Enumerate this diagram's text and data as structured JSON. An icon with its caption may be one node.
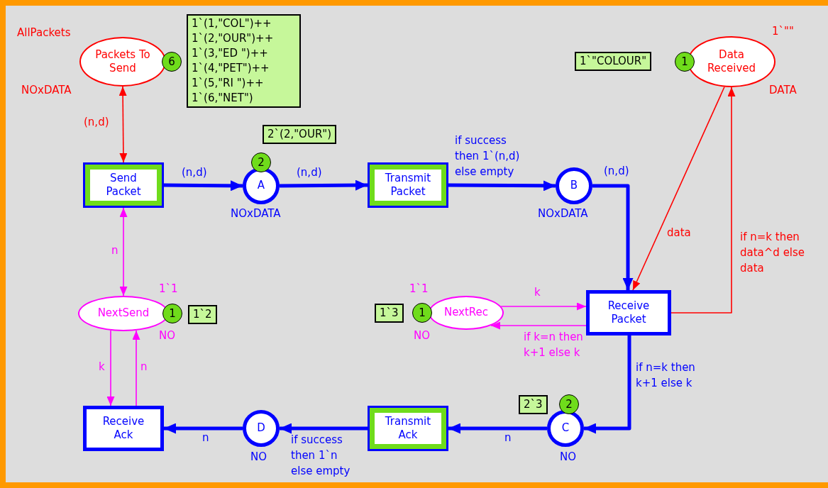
{
  "diagram": {
    "nodes": [
      {
        "text": [
          "Packets To Send"
        ],
        "beside": [
          "AllPackets",
          "NOxDATA"
        ]
      },
      {
        "text": [
          "6"
        ]
      },
      {
        "text": [
          "1`(1,\"COL\")++ 1`(2,\"OUR\")++ 1`(3,\"ED \")++ 1`(4,\"PET\")++ 1`(5,\"RI \")++ 1`(6,\"NET\")"
        ]
      },
      {
        "text": [
          "Data Received"
        ],
        "beside": [
          "1`\"\"",
          "DATA"
        ]
      },
      {
        "text": [
          "1`\"COLOUR\""
        ]
      },
      {
        "text": [
          "1"
        ]
      },
      {
        "text": [
          "Send Packet"
        ]
      },
      {
        "text": [
          "A"
        ],
        "beside": [
          "NOxDATA"
        ]
      },
      {
        "text": [
          "2"
        ]
      },
      {
        "text": [
          "2`(2,\"OUR\")"
        ]
      },
      {
        "text": [
          "Transmit Packet"
        ]
      },
      {
        "text": [
          "B"
        ],
        "beside": [
          "NOxDATA"
        ]
      },
      {
        "text": [
          "NextSend"
        ],
        "beside": [
          "1`1",
          "NO"
        ]
      },
      {
        "text": [
          "1"
        ]
      },
      {
        "text": [
          "1`2"
        ]
      },
      {
        "text": [
          "NextRec"
        ],
        "beside": [
          "1`1",
          "NO"
        ]
      },
      {
        "text": [
          "1"
        ]
      },
      {
        "text": [
          "1`3"
        ]
      },
      {
        "text": [
          "Receive Packet"
        ]
      },
      {
        "text": [
          "Receive Ack"
        ]
      },
      {
        "text": [
          "D"
        ],
        "beside": [
          "NO"
        ]
      },
      {
        "text": [
          "Transmit Ack"
        ]
      },
      {
        "text": [
          "C"
        ],
        "beside": [
          "NO"
        ]
      },
      {
        "text": [
          "2"
        ]
      },
      {
        "text": [
          "2`3"
        ]
      }
    ],
    "edges": [
      {
        "from": 0,
        "to": 6,
        "arrow": "both",
        "label": "(n,d)",
        "color": "#ff0000"
      },
      {
        "from": 6,
        "to": 7,
        "arrow": "to",
        "label": "(n,d)",
        "style": "thick"
      },
      {
        "from": 7,
        "to": 10,
        "arrow": "to",
        "label": "(n,d)",
        "style": "thick"
      },
      {
        "from": 10,
        "to": 11,
        "arrow": "to",
        "label": "if success then 1`(n,d) else empty",
        "style": "thick"
      },
      {
        "from": 11,
        "to": 18,
        "arrow": "to",
        "label": "(n,d)",
        "style": "thick"
      },
      {
        "from": 3,
        "to": 18,
        "arrow": "to",
        "label": "data",
        "color": "#ff0000"
      },
      {
        "from": 18,
        "to": 3,
        "arrow": "to",
        "label": "if n=k then data^d else data",
        "color": "#ff0000"
      },
      {
        "from": 15,
        "to": 18,
        "arrow": "to",
        "label": "k",
        "color": "#ff00ff"
      },
      {
        "from": 18,
        "to": 15,
        "arrow": "to",
        "label": "if k=n then k+1 else k",
        "color": "#ff00ff"
      },
      {
        "from": 18,
        "to": 22,
        "arrow": "to",
        "label": "if n=k then k+1 else k",
        "style": "thick"
      },
      {
        "from": 22,
        "to": 21,
        "arrow": "to",
        "label": "n",
        "style": "thick"
      },
      {
        "from": 21,
        "to": 20,
        "arrow": "to",
        "label": "if success then 1`n else empty",
        "style": "thick"
      },
      {
        "from": 20,
        "to": 19,
        "arrow": "to",
        "label": "n",
        "style": "thick"
      },
      {
        "from": 6,
        "to": 12,
        "arrow": "both",
        "label": "n",
        "color": "#ff00ff"
      },
      {
        "from": 12,
        "to": 19,
        "arrow": "to",
        "label": "k",
        "color": "#ff00ff"
      },
      {
        "from": 19,
        "to": 12,
        "arrow": "to",
        "label": "n",
        "color": "#ff00ff"
      }
    ]
  }
}
